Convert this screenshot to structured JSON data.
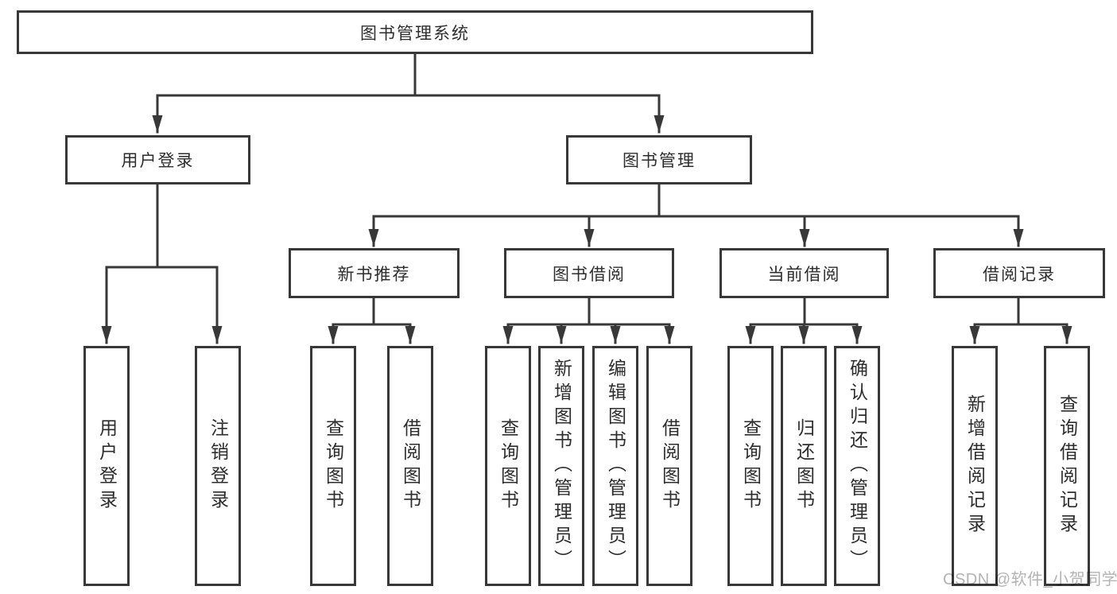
{
  "colors": {
    "line": "#383838",
    "box_border": "#383838",
    "text": "#2d2d2d",
    "background": "#ffffff",
    "watermark": "#b3b3b3"
  },
  "tree": {
    "root": {
      "label": "图书管理系统"
    },
    "children": [
      {
        "label": "用户登录",
        "children": [
          {
            "label": "用户登录"
          },
          {
            "label": "注销登录"
          }
        ]
      },
      {
        "label": "图书管理",
        "children": [
          {
            "label": "新书推荐",
            "children": [
              {
                "label": "查询图书"
              },
              {
                "label": "借阅图书"
              }
            ]
          },
          {
            "label": "图书借阅",
            "children": [
              {
                "label": "查询图书"
              },
              {
                "label": "新增图书（管理员）"
              },
              {
                "label": "编辑图书（管理员）"
              },
              {
                "label": "借阅图书"
              }
            ]
          },
          {
            "label": "当前借阅",
            "children": [
              {
                "label": "查询图书"
              },
              {
                "label": "归还图书"
              },
              {
                "label": "确认归还（管理员）"
              }
            ]
          },
          {
            "label": "借阅记录",
            "children": [
              {
                "label": "新增借阅记录"
              },
              {
                "label": "查询借阅记录"
              }
            ]
          }
        ]
      }
    ]
  },
  "watermark": {
    "text": "CSDN @软件_小贺同学"
  }
}
